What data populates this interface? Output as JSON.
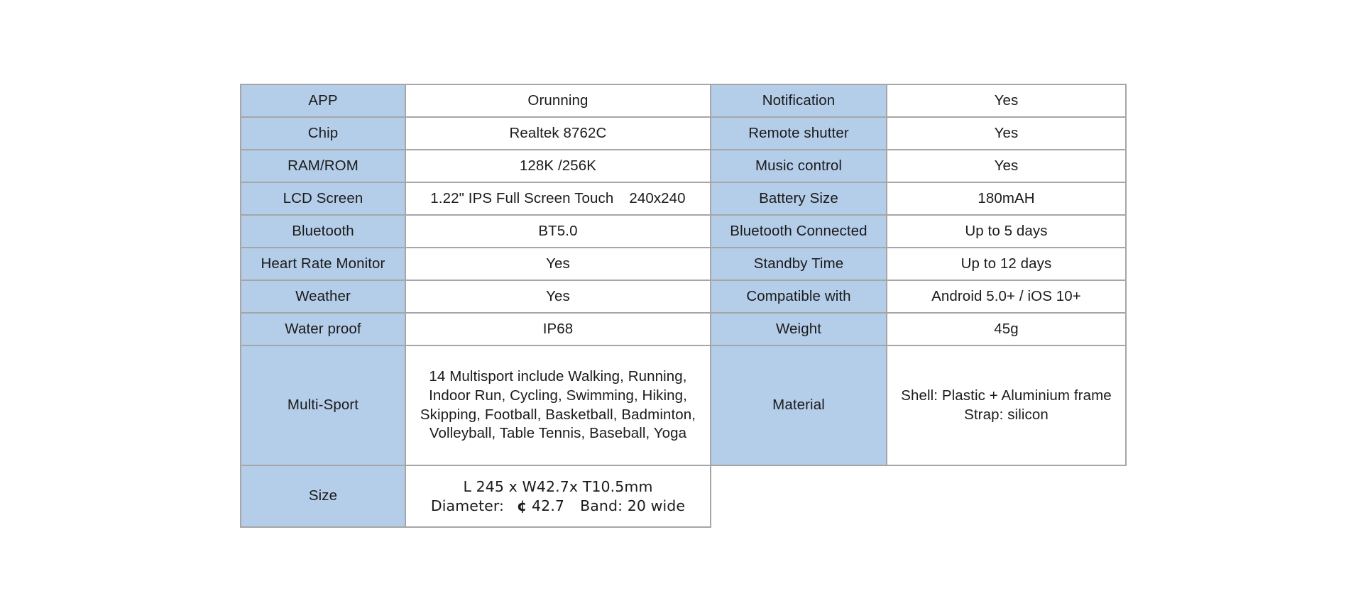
{
  "table": {
    "columns": 4,
    "colors": {
      "label_fill": "#b4cde9",
      "value_fill": "#ffffff",
      "border": "#a6a6a6",
      "text": "#1b1b1b",
      "page_background": "#ffffff"
    },
    "rows": [
      {
        "left_label": "APP",
        "left_value": "Orunning",
        "right_label": "Notification",
        "right_value": "Yes"
      },
      {
        "left_label": "Chip",
        "left_value": "Realtek 8762C",
        "right_label": "Remote shutter",
        "right_value": "Yes"
      },
      {
        "left_label": "RAM/ROM",
        "left_value": "128K /256K",
        "right_label": "Music control",
        "right_value": "Yes"
      },
      {
        "left_label": "LCD Screen",
        "left_value": "1.22\" IPS Full Screen Touch",
        "left_value_extra": "240x240",
        "right_label": "Battery Size",
        "right_value": "180mAH"
      },
      {
        "left_label": "Bluetooth",
        "left_value": "BT5.0",
        "right_label": "Bluetooth Connected",
        "right_value": "Up to 5 days"
      },
      {
        "left_label": "Heart Rate Monitor",
        "left_value": "Yes",
        "right_label": "Standby Time",
        "right_value": "Up to 12 days"
      },
      {
        "left_label": "Weather",
        "left_value": "Yes",
        "right_label": "Compatible with",
        "right_value": "Android 5.0+ / iOS 10+"
      },
      {
        "left_label": "Water proof",
        "left_value": "IP68",
        "right_label": "Weight",
        "right_value": "45g"
      }
    ],
    "multisport": {
      "label": "Multi-Sport",
      "lines": [
        "14 Multisport include Walking, Running,",
        "Indoor Run, Cycling, Swimming, Hiking,",
        "Skipping, Football, Basketball, Badminton,",
        "Volleyball, Table Tennis, Baseball, Yoga"
      ]
    },
    "material": {
      "label": "Material",
      "lines": [
        "Shell: Plastic + Aluminium frame",
        "Strap:  silicon"
      ]
    },
    "size": {
      "label": "Size",
      "line1": "L 245 x W42.7x T10.5mm",
      "line2_prefix": "Diameter:",
      "line2_symbol": "¢",
      "line2_diameter": "42.7",
      "line2_band": "Band: 20 wide"
    }
  }
}
